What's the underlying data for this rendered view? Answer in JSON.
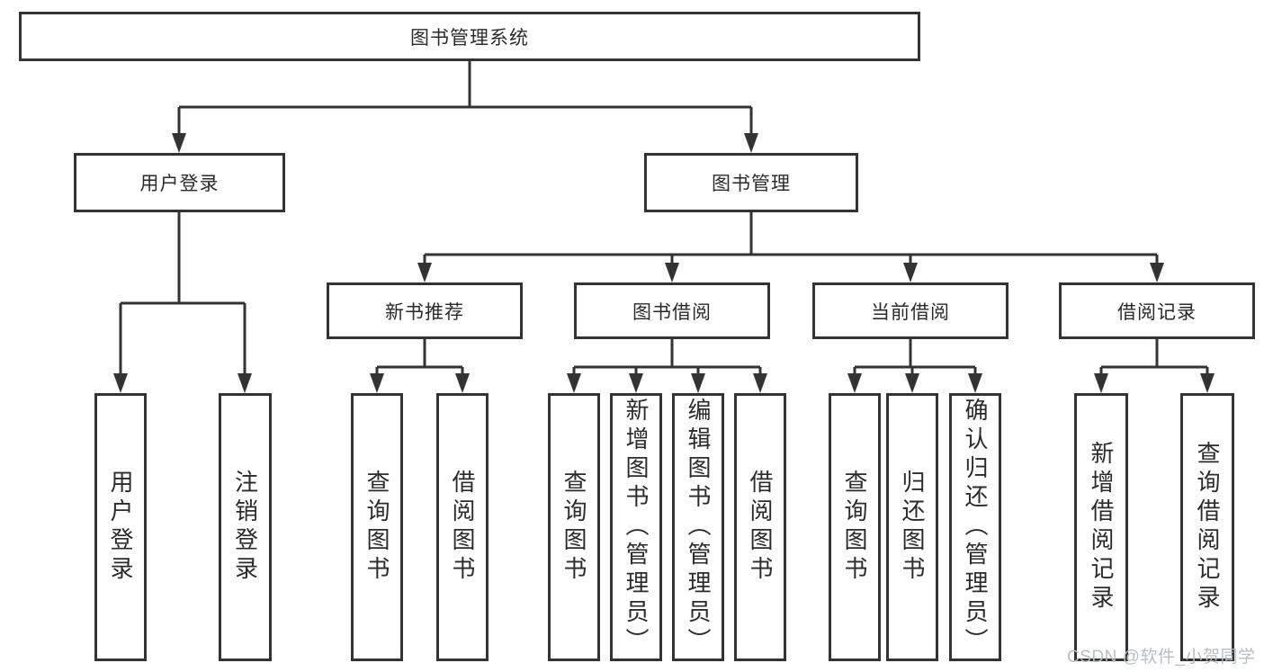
{
  "diagram": {
    "root": {
      "label": "图书管理系统"
    },
    "user_login": {
      "label": "用户登录",
      "children": [
        {
          "label": "用户登录"
        },
        {
          "label": "注销登录"
        }
      ]
    },
    "book_management": {
      "label": "图书管理",
      "sections": [
        {
          "label": "新书推荐",
          "children": [
            {
              "label": "查询图书"
            },
            {
              "label": "借阅图书"
            }
          ]
        },
        {
          "label": "图书借阅",
          "children": [
            {
              "label": "查询图书"
            },
            {
              "label": "新增图书（管理员）"
            },
            {
              "label": "编辑图书（管理员）"
            },
            {
              "label": "借阅图书"
            }
          ]
        },
        {
          "label": "当前借阅",
          "children": [
            {
              "label": "查询图书"
            },
            {
              "label": "归还图书"
            },
            {
              "label": "确认归还（管理员）"
            }
          ]
        },
        {
          "label": "借阅记录",
          "children": [
            {
              "label": "新增借阅记录"
            },
            {
              "label": "查询借阅记录"
            }
          ]
        }
      ]
    }
  },
  "watermark": {
    "text": "CSDN @软件_小贺同学"
  },
  "colors": {
    "line": "#333333",
    "text": "#2b2b2b",
    "watermark": "#b8bec4",
    "background": "#ffffff"
  }
}
